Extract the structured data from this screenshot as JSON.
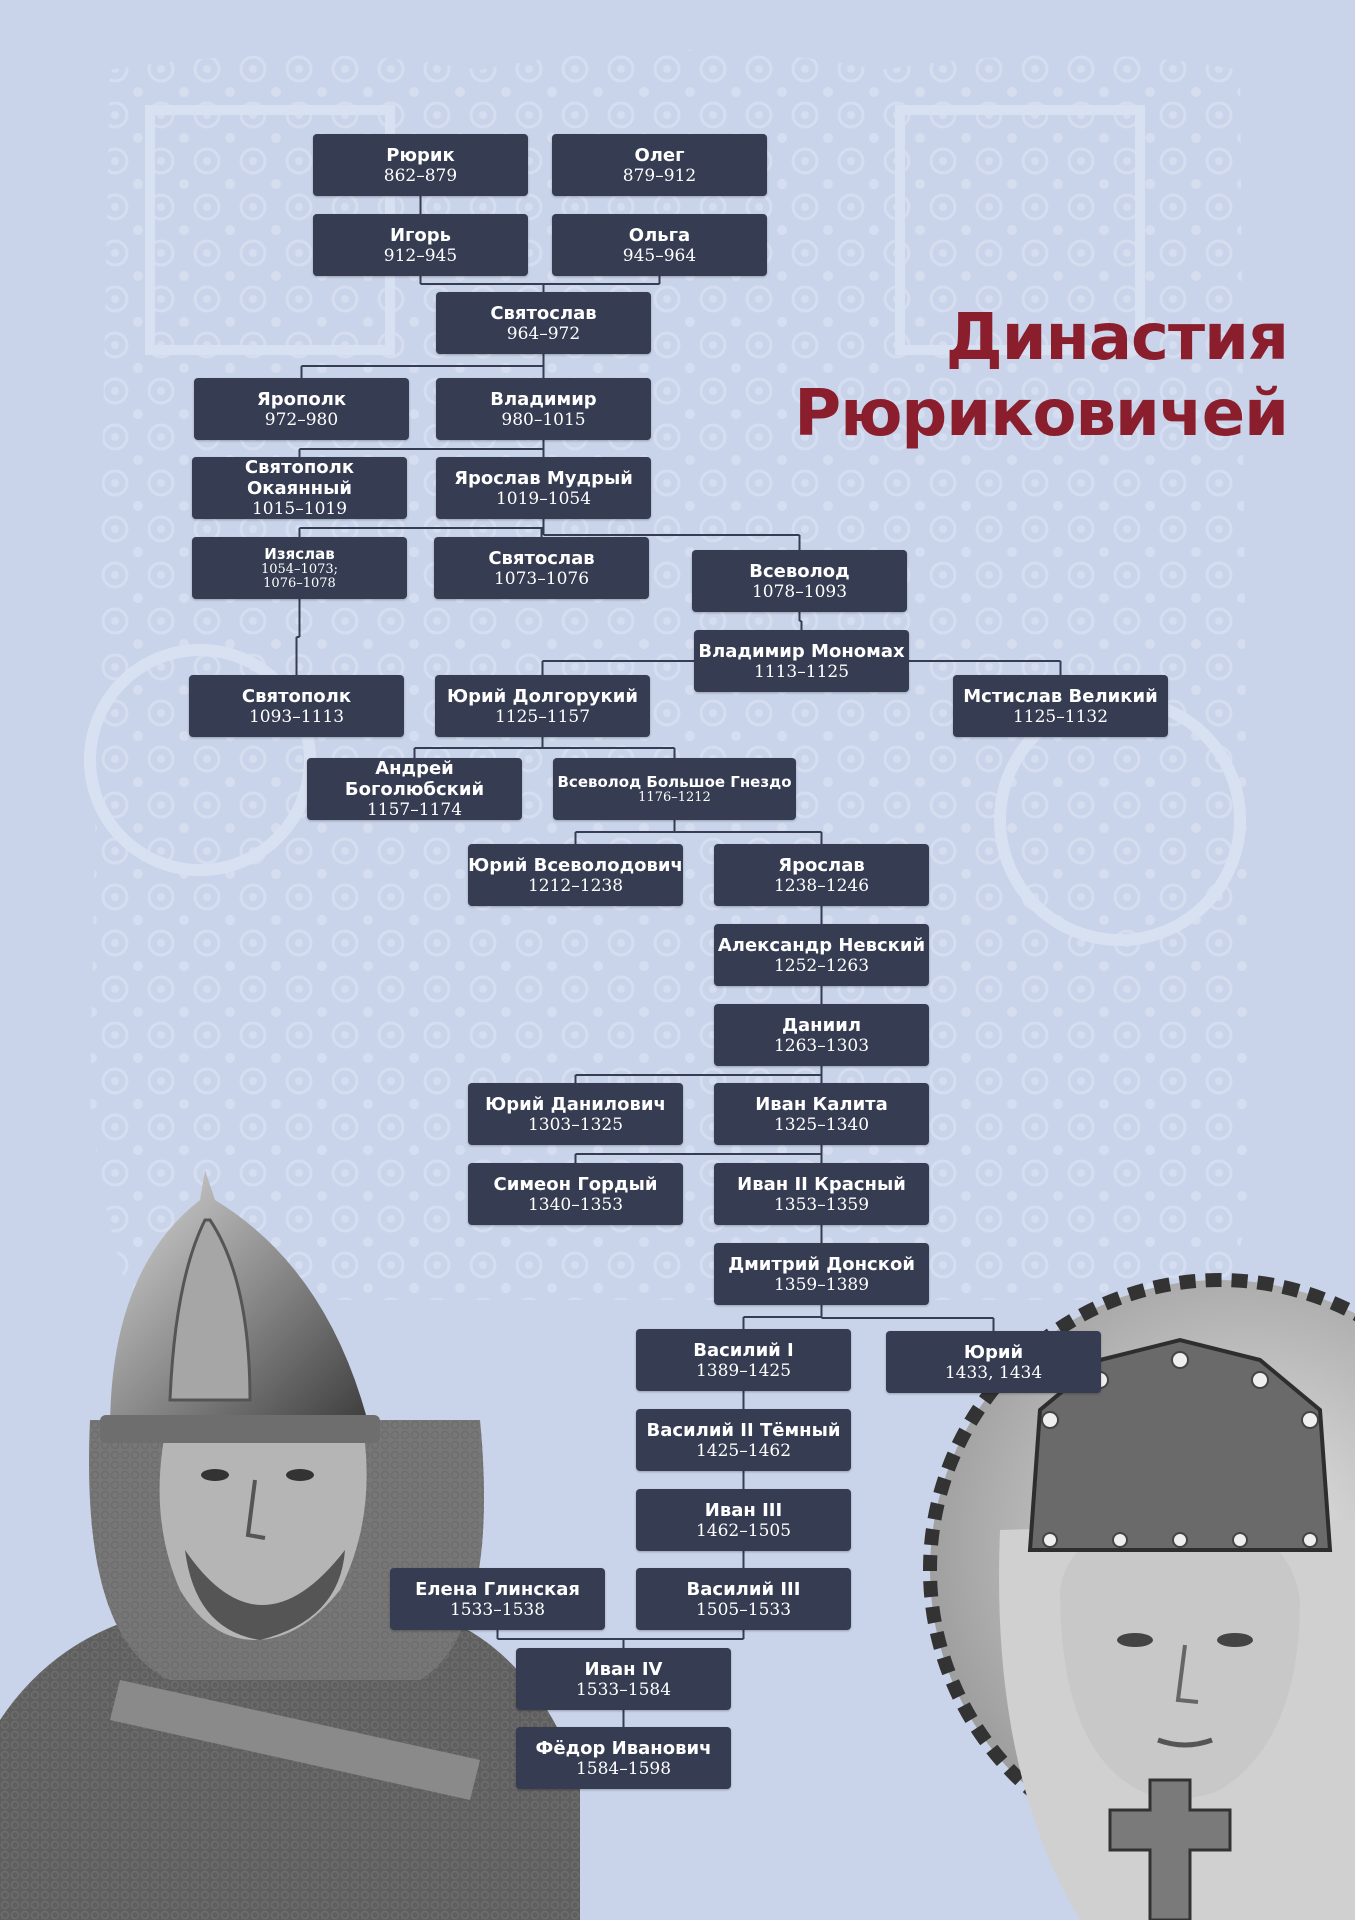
{
  "title": {
    "line1": "Династия",
    "line2": "Рюриковичей"
  },
  "colors": {
    "background": "#c9d4ea",
    "node": "#363c51",
    "node_text": "#ffffff",
    "title": "#8a1e2c",
    "line": "#363c51"
  },
  "rulers": [
    {
      "id": "ryurik",
      "name": "Рюрик",
      "years": "862–879"
    },
    {
      "id": "oleg",
      "name": "Олег",
      "years": "879–912"
    },
    {
      "id": "igor",
      "name": "Игорь",
      "years": "912–945"
    },
    {
      "id": "olga",
      "name": "Ольга",
      "years": "945–964"
    },
    {
      "id": "svyatoslav1",
      "name": "Святослав",
      "years": "964–972"
    },
    {
      "id": "yaropolk",
      "name": "Ярополк",
      "years": "972–980"
    },
    {
      "id": "vladimir",
      "name": "Владимир",
      "years": "980–1015"
    },
    {
      "id": "svyatopolk1",
      "name": "Святополк Окаянный",
      "years": "1015–1019"
    },
    {
      "id": "yaroslav1",
      "name": "Ярослав Мудрый",
      "years": "1019–1054"
    },
    {
      "id": "izyaslav",
      "name": "Изяслав",
      "years": "1054–1073;",
      "years2": "1076–1078"
    },
    {
      "id": "svyatoslav2",
      "name": "Святослав",
      "years": "1073–1076"
    },
    {
      "id": "vsevolod1",
      "name": "Всеволод",
      "years": "1078–1093"
    },
    {
      "id": "monomakh",
      "name": "Владимир Мономах",
      "years": "1113–1125"
    },
    {
      "id": "svyatopolk2",
      "name": "Святополк",
      "years": "1093–1113"
    },
    {
      "id": "dolgoruky",
      "name": "Юрий Долгорукий",
      "years": "1125–1157"
    },
    {
      "id": "mstislav",
      "name": "Мстислав Великий",
      "years": "1125–1132"
    },
    {
      "id": "bogolyubsky",
      "name": "Андрей Боголюбский",
      "years": "1157–1174"
    },
    {
      "id": "bolshoe",
      "name": "Всеволод Большое Гнездо",
      "years": "1176–1212"
    },
    {
      "id": "yury_vsev",
      "name": "Юрий Всеволодович",
      "years": "1212–1238"
    },
    {
      "id": "yaroslav2",
      "name": "Ярослав",
      "years": "1238–1246"
    },
    {
      "id": "nevsky",
      "name": "Александр Невский",
      "years": "1252–1263"
    },
    {
      "id": "daniil",
      "name": "Даниил",
      "years": "1263–1303"
    },
    {
      "id": "yury_dan",
      "name": "Юрий Данилович",
      "years": "1303–1325"
    },
    {
      "id": "kalita",
      "name": "Иван Калита",
      "years": "1325–1340"
    },
    {
      "id": "simeon",
      "name": "Симеон Гордый",
      "years": "1340–1353"
    },
    {
      "id": "ivan2",
      "name": "Иван II Красный",
      "years": "1353–1359"
    },
    {
      "id": "donskoy",
      "name": "Дмитрий Донской",
      "years": "1359–1389"
    },
    {
      "id": "vasily1",
      "name": "Василий I",
      "years": "1389–1425"
    },
    {
      "id": "yury_z",
      "name": "Юрий",
      "years": "1433, 1434"
    },
    {
      "id": "vasily2",
      "name": "Василий II Тёмный",
      "years": "1425–1462"
    },
    {
      "id": "ivan3",
      "name": "Иван III",
      "years": "1462–1505"
    },
    {
      "id": "glinskaya",
      "name": "Елена Глинская",
      "years": "1533–1538"
    },
    {
      "id": "vasily3",
      "name": "Василий III",
      "years": "1505–1533"
    },
    {
      "id": "ivan4",
      "name": "Иван IV",
      "years": "1533–1584"
    },
    {
      "id": "fedor",
      "name": "Фёдор Иванович",
      "years": "1584–1598"
    }
  ],
  "links": [
    [
      "ryurik",
      "igor"
    ],
    [
      "igor",
      "svyatoslav1"
    ],
    [
      "olga",
      "svyatoslav1"
    ],
    [
      "svyatoslav1",
      "yaropolk"
    ],
    [
      "svyatoslav1",
      "vladimir"
    ],
    [
      "vladimir",
      "svyatopolk1"
    ],
    [
      "vladimir",
      "yaroslav1"
    ],
    [
      "yaroslav1",
      "izyaslav"
    ],
    [
      "yaroslav1",
      "svyatoslav2"
    ],
    [
      "yaroslav1",
      "vsevolod1"
    ],
    [
      "izyaslav",
      "svyatopolk2"
    ],
    [
      "vsevolod1",
      "monomakh"
    ],
    [
      "monomakh",
      "dolgoruky"
    ],
    [
      "monomakh",
      "mstislav"
    ],
    [
      "dolgoruky",
      "bogolyubsky"
    ],
    [
      "dolgoruky",
      "bolshoe"
    ],
    [
      "bolshoe",
      "yury_vsev"
    ],
    [
      "bolshoe",
      "yaroslav2"
    ],
    [
      "yaroslav2",
      "nevsky"
    ],
    [
      "nevsky",
      "daniil"
    ],
    [
      "daniil",
      "yury_dan"
    ],
    [
      "daniil",
      "kalita"
    ],
    [
      "kalita",
      "simeon"
    ],
    [
      "kalita",
      "ivan2"
    ],
    [
      "ivan2",
      "donskoy"
    ],
    [
      "donskoy",
      "vasily1"
    ],
    [
      "donskoy",
      "yury_z"
    ],
    [
      "vasily1",
      "vasily2"
    ],
    [
      "vasily2",
      "ivan3"
    ],
    [
      "ivan3",
      "vasily3"
    ],
    [
      "vasily3",
      "ivan4"
    ],
    [
      "glinskaya",
      "ivan4"
    ],
    [
      "ivan4",
      "fedor"
    ]
  ],
  "portraits": {
    "left": "warrior-portrait",
    "right": "princess-portrait"
  }
}
